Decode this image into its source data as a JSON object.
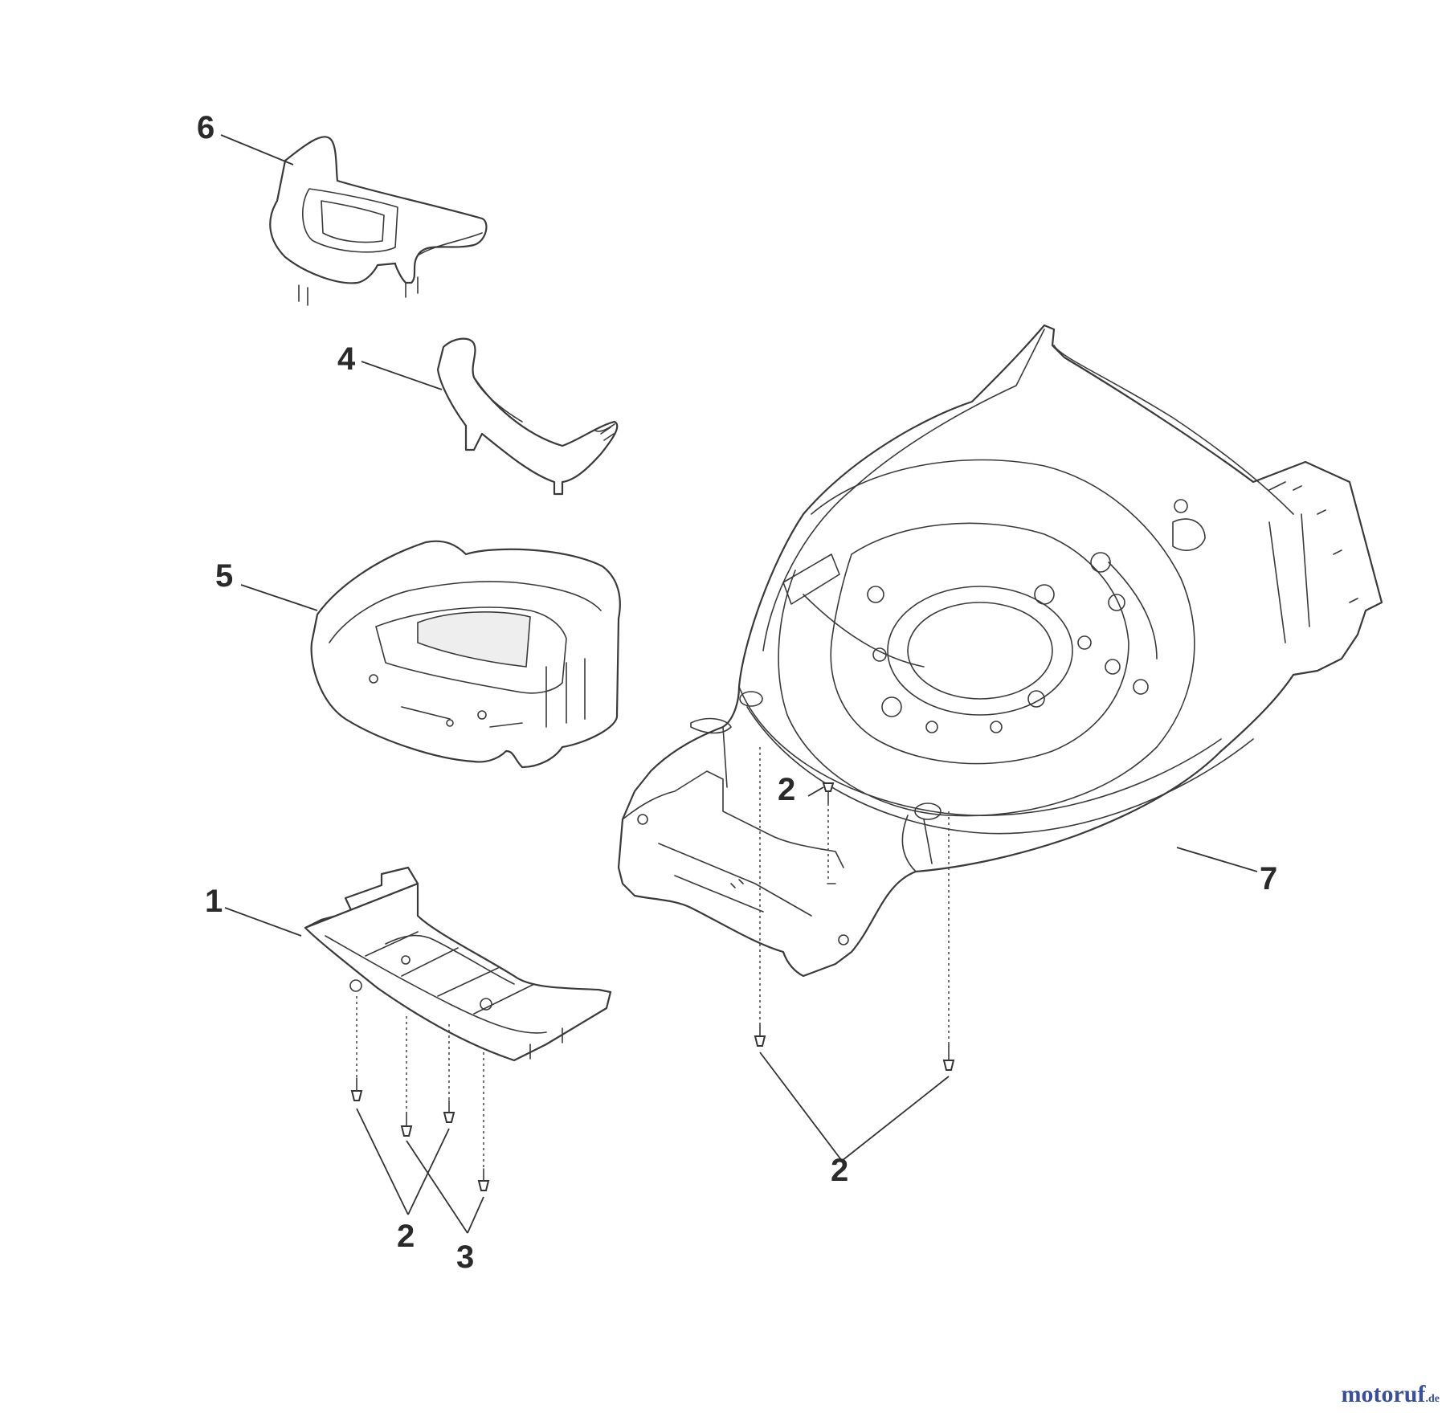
{
  "callouts": {
    "part_6": "6",
    "part_4": "4",
    "part_5": "5",
    "part_1": "1",
    "part_7": "7",
    "part_2_deck": "2",
    "part_2_deck_bolts": "2",
    "part_2_skid": "2",
    "part_3_skid": "3"
  },
  "watermark": {
    "main": "motoruf",
    "tld": ".de"
  },
  "colors": {
    "line": "#3a3a3a",
    "watermark": "#3a4f9c"
  }
}
